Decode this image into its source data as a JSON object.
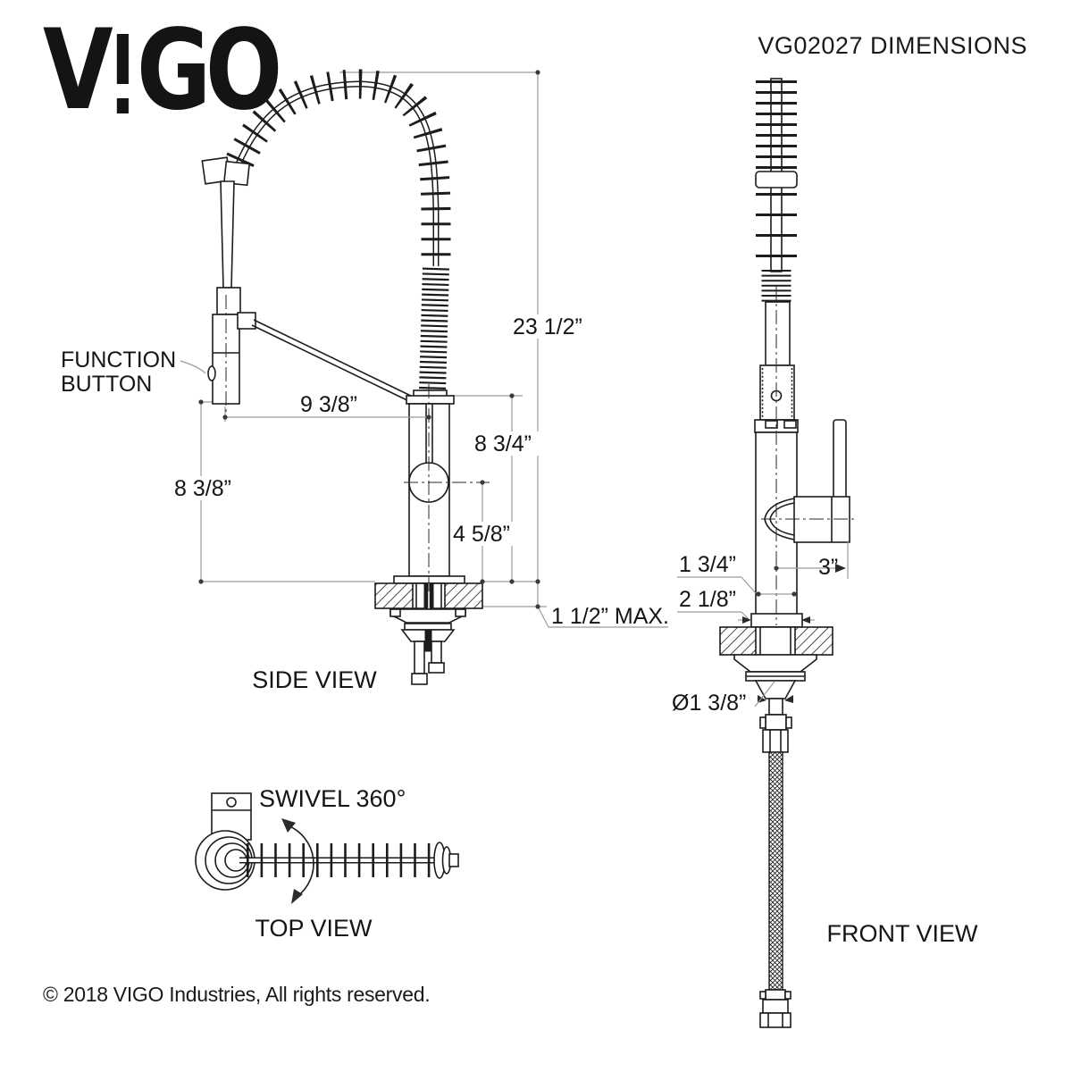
{
  "header": {
    "brand_v": "V",
    "brand_go": "GO",
    "title": "VG02027 DIMENSIONS"
  },
  "side_view": {
    "label": "SIDE VIEW",
    "callouts": {
      "function_button_line1": "FUNCTION",
      "function_button_line2": "BUTTON"
    },
    "dimensions": {
      "overall_height": "23 1/2”",
      "spout_reach": "9 3/8”",
      "spout_height": "8 3/4”",
      "sprayer_height": "8 3/8”",
      "handle_center_height": "4 5/8”",
      "counter_thickness_max": "1 1/2” MAX."
    }
  },
  "front_view": {
    "label": "FRONT VIEW",
    "dimensions": {
      "body_diameter": "1 3/4”",
      "base_width": "2 1/8”",
      "handle_length": "3”",
      "mounting_hole_diameter": "Ø1 3/8”"
    }
  },
  "top_view": {
    "label": "TOP VIEW",
    "callouts": {
      "swivel": "SWIVEL 360°"
    }
  },
  "footer": {
    "copyright": "© 2018 VIGO Industries, All rights reserved."
  },
  "colors": {
    "ink": "#1c1c1c",
    "dimension_line": "#9a9a9a",
    "background": "#ffffff"
  }
}
